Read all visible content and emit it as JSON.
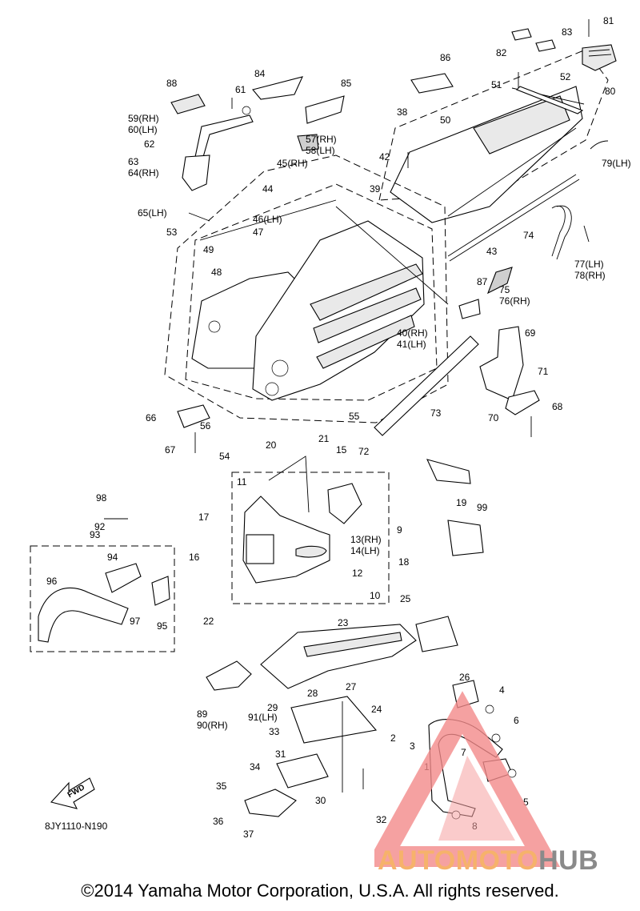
{
  "diagram": {
    "drawing_code": "8JY1110-N190",
    "fwd_arrow_label": "FWD",
    "copyright": "©2014 Yamaha Motor Corporation, U.S.A. All rights reserved.",
    "watermark": {
      "word1": "AUTOMOTO",
      "word2": "HUB"
    },
    "callouts": [
      "1",
      "2",
      "3",
      "4",
      "5",
      "6",
      "7",
      "8",
      "9",
      "10",
      "11",
      "12",
      "13(RH)",
      "14(LH)",
      "15",
      "16",
      "17",
      "18",
      "19",
      "20",
      "21",
      "22",
      "23",
      "24",
      "25",
      "26",
      "27",
      "28",
      "29",
      "30",
      "31",
      "32",
      "33",
      "34",
      "35",
      "36",
      "37",
      "38",
      "39",
      "40(RH)",
      "41(LH)",
      "42",
      "43",
      "44",
      "45(RH)",
      "46(LH)",
      "47",
      "48",
      "49",
      "50",
      "51",
      "52",
      "53",
      "54",
      "55",
      "56",
      "57(RH)",
      "58(LH)",
      "59(RH)",
      "60(LH)",
      "61",
      "62",
      "63",
      "64(RH)",
      "65(LH)",
      "66",
      "67",
      "68",
      "69",
      "70",
      "71",
      "72",
      "73",
      "74",
      "75",
      "76(RH)",
      "77(LH)",
      "78(RH)",
      "79(LH)",
      "80",
      "81",
      "82",
      "83",
      "84",
      "85",
      "86",
      "87",
      "88",
      "89",
      "90(RH)",
      "91(LH)",
      "92",
      "93",
      "94",
      "95",
      "96",
      "97",
      "98",
      "99"
    ]
  }
}
